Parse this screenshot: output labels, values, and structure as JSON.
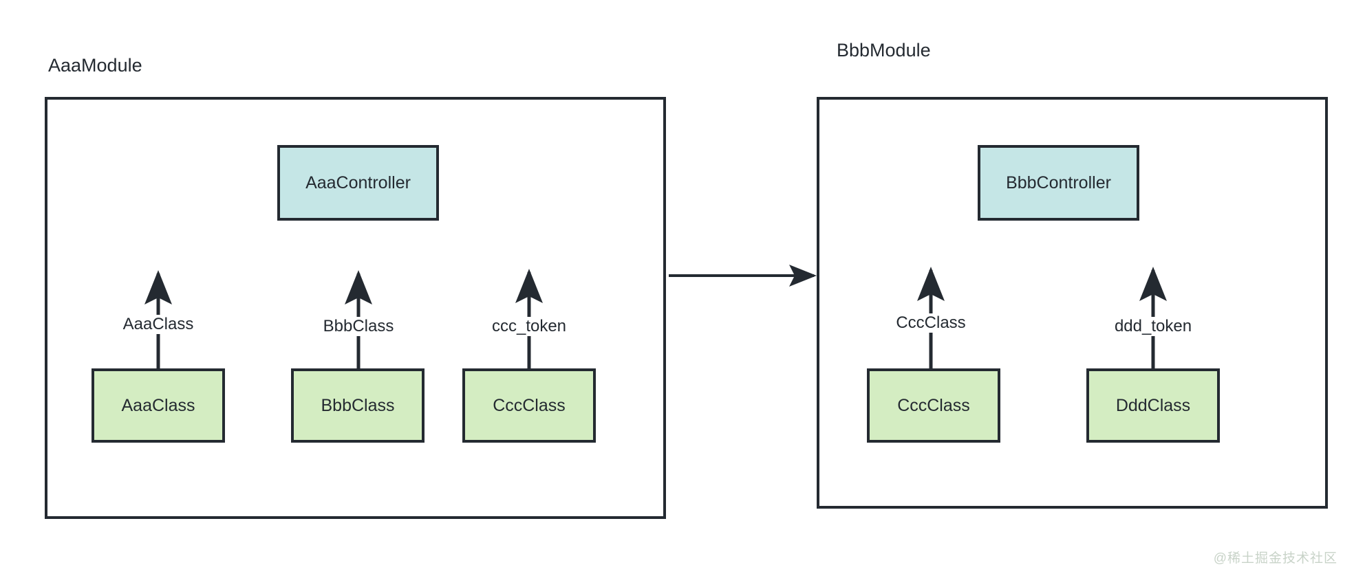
{
  "diagram": {
    "type": "module-dependency-diagram",
    "background_color": "#ffffff",
    "stroke_color": "#242a31",
    "controller_fill": "#c5e6e6",
    "class_fill": "#d4edc2"
  },
  "modules": [
    {
      "id": "aaa",
      "title": "AaaModule",
      "controller": {
        "label": "AaaController"
      },
      "classes": [
        {
          "label": "AaaClass",
          "provider_token": "AaaClass"
        },
        {
          "label": "BbbClass",
          "provider_token": "BbbClass"
        },
        {
          "label": "CccClass",
          "provider_token": "ccc_token"
        }
      ]
    },
    {
      "id": "bbb",
      "title": "BbbModule",
      "controller": {
        "label": "BbbController"
      },
      "classes": [
        {
          "label": "CccClass",
          "provider_token": "CccClass"
        },
        {
          "label": "DddClass",
          "provider_token": "ddd_token"
        }
      ]
    }
  ],
  "connections": [
    {
      "from": "aaa",
      "to": "bbb",
      "kind": "module-import",
      "label": ""
    }
  ],
  "watermark": {
    "text": "@稀土掘金技术社区"
  }
}
